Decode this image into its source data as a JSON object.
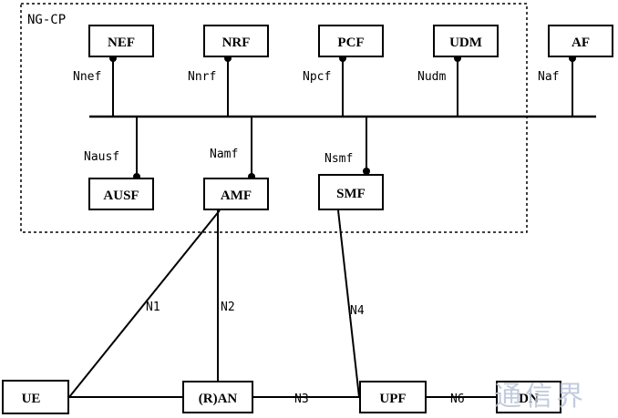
{
  "region": {
    "label": "NG-CP"
  },
  "functions": {
    "nef": "NEF",
    "nrf": "NRF",
    "pcf": "PCF",
    "udm": "UDM",
    "af": "AF",
    "ausf": "AUSF",
    "amf": "AMF",
    "smf": "SMF",
    "ue": "UE",
    "ran": "(R)AN",
    "upf": "UPF",
    "dn": "DN"
  },
  "service_interfaces": {
    "nnef": "Nnef",
    "nnrf": "Nnrf",
    "npcf": "Npcf",
    "nudm": "Nudm",
    "naf": "Naf",
    "nausf": "Nausf",
    "namf": "Namf",
    "nsmf": "Nsmf"
  },
  "reference_points": {
    "n1": "N1",
    "n2": "N2",
    "n3": "N3",
    "n4": "N4",
    "n6": "N6"
  },
  "watermark": "通信界"
}
